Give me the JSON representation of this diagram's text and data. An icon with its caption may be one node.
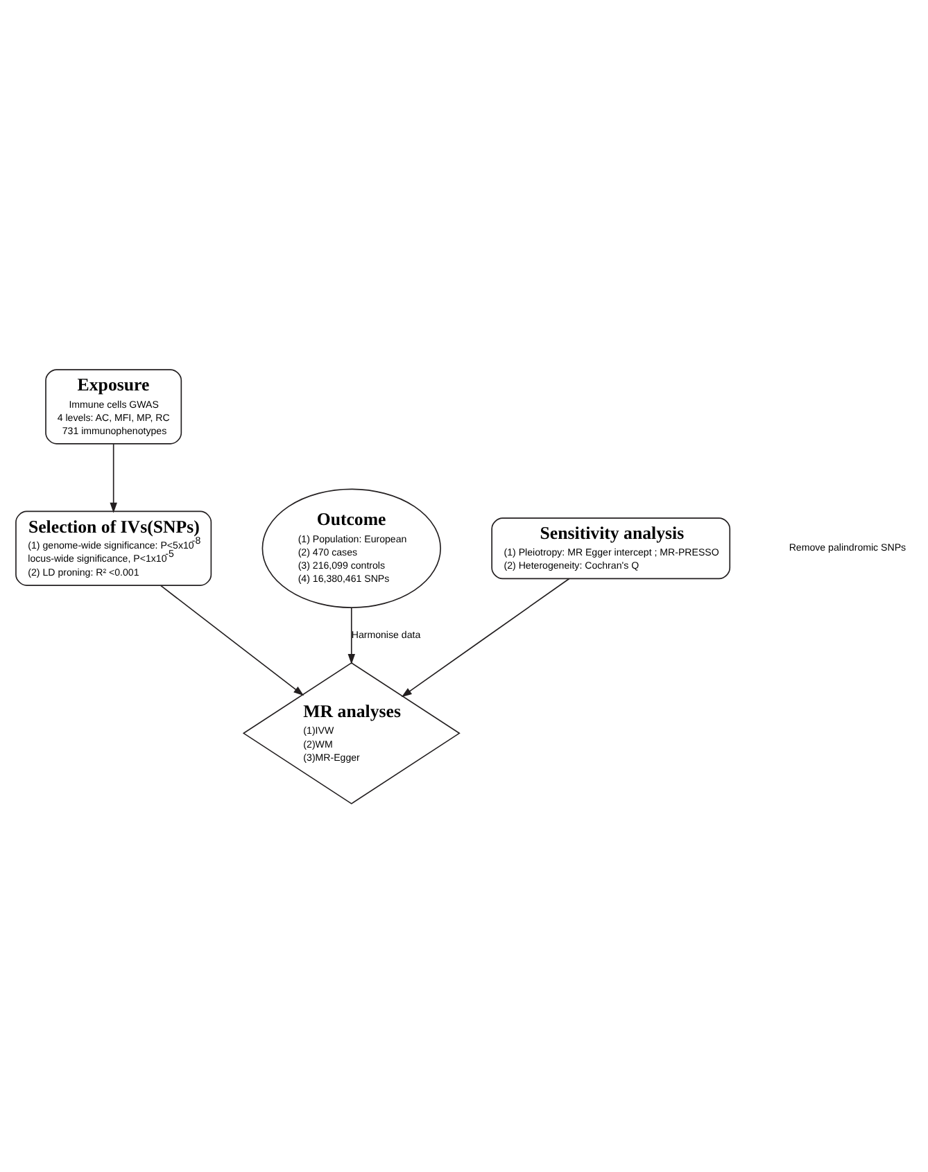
{
  "diagram": {
    "nodes": [
      {
        "text": [
          "Exposure",
          "Immune cells GWAS",
          "4 levels: AC, MFI, MP, RC",
          "731 immunophenotypes"
        ]
      },
      {
        "text": [
          "Selection of IVs(SNPs)",
          "(1) genome-wide significance: P<5x10$^{-8}$",
          "locus-wide significance, P<1x10$^{-5}$",
          "(2) LD proning: R² <0.001"
        ]
      },
      {
        "text": [
          "Outcome",
          "(1) Population: European",
          "(2) 470 cases",
          "(3) 216,099 controls",
          "(4) 16,380,461 SNPs"
        ]
      },
      {
        "text": [
          "MR analyses",
          "(1)IVW",
          "(2)WM",
          "(3)MR-Egger"
        ]
      },
      {
        "text": [
          "Sensitivity analysis",
          "(1) Pleiotropy: MR Egger intercept ; MR-PRESSO",
          "(2) Heterogeneity: Cochran's Q"
        ]
      }
    ],
    "edges": [
      {
        "from": 0,
        "to": 1,
        "arrow": "to"
      },
      {
        "from": 1,
        "to": 3,
        "arrow": "to"
      },
      {
        "from": 2,
        "to": 3,
        "arrow": "to",
        "label": "Harmonise data"
      },
      {
        "from": 4,
        "to": 3,
        "arrow": "to"
      }
    ],
    "labels": [
      "Remove palindromic SNPs"
    ]
  }
}
